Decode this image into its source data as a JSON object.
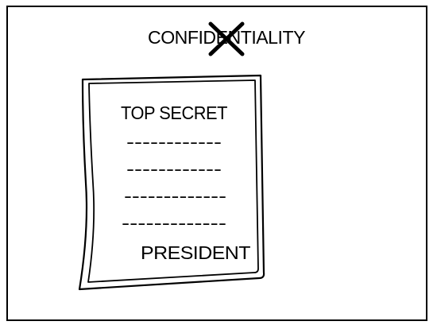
{
  "heading": {
    "text": "CONFIDENTIALITY"
  },
  "document": {
    "title": "TOP SECRET",
    "lines": [
      "------------",
      "------------",
      "-------------",
      "-------------"
    ],
    "signature": "PRESIDENT"
  }
}
